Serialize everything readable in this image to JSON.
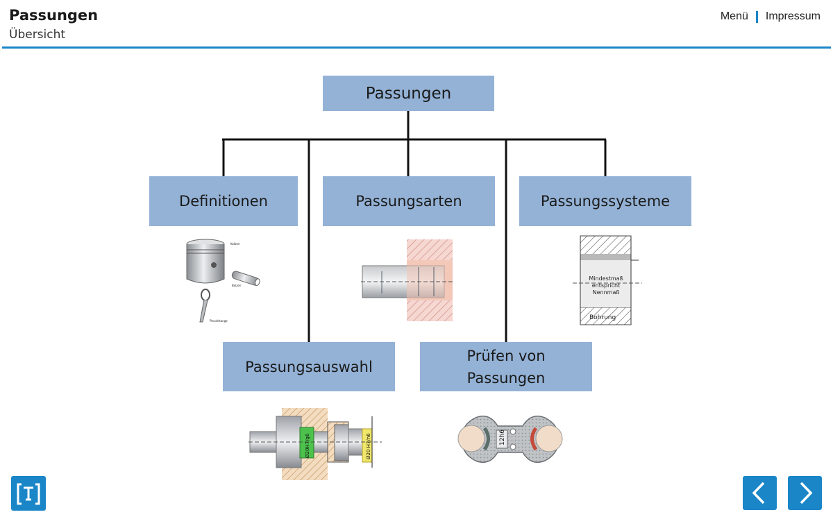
{
  "header": {
    "title": "Passungen",
    "subtitle": "Übersicht",
    "menu_label": "Menü",
    "impressum_label": "Impressum"
  },
  "diagram": {
    "root": "Passungen",
    "nodes": {
      "definitionen": "Definitionen",
      "passungsarten": "Passungsarten",
      "passungssysteme": "Passungssysteme",
      "passungsauswahl": "Passungsauswahl",
      "pruefen_line1": "Prüfen von",
      "pruefen_line2": "Passungen"
    }
  },
  "illustrations": {
    "definitionen": {
      "label_kolben": "Kolben",
      "label_bolzen": "Bolzen",
      "label_pleuel": "Pleuelstange"
    },
    "passungssysteme": {
      "label_mindest": "Mindestmaß",
      "label_entspricht": "entspricht",
      "label_nenn": "Nennmaß",
      "label_bohrung": "Bohrung"
    },
    "passungsauswahl": {
      "label_fit1": "Ø20H7/g6",
      "label_fit2": "Ø20 H7/n6"
    },
    "pruefen": {
      "label_gauge": "12h6"
    }
  },
  "colors": {
    "accent": "#1a86c8",
    "node_fill": "#94b2d6",
    "connector": "#111111"
  },
  "icons": {
    "logo": "tb-logo-icon",
    "prev": "chevron-left-icon",
    "next": "chevron-right-icon"
  }
}
